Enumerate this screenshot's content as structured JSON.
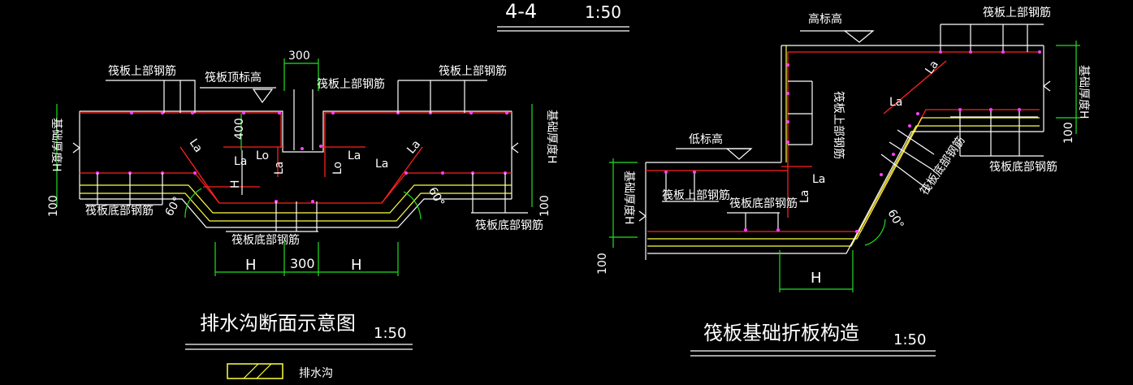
{
  "section_44": {
    "label": "4-4",
    "scale": "1:50"
  },
  "left": {
    "caption": "排水沟断面示意图",
    "scale": "1:50",
    "legend_label": "排水沟",
    "dim_300_top": "300",
    "dim_400": "400",
    "label_raft_top_elev": "筏板顶标高",
    "label_top_rebar_a": "筏板上部钢筋",
    "label_top_rebar_b": "筏板上部钢筋",
    "label_top_rebar_c": "筏板上部钢筋",
    "label_bot_rebar_a": "筏板底部钢筋",
    "label_bot_rebar_b": "筏板底部钢筋",
    "label_bot_rebar_c": "筏板底部钢筋",
    "label_base_h_left": "基础厚度H",
    "label_base_h_right": "基础厚度H",
    "dim_100_left": "100",
    "dim_100_right": "100",
    "dim_H": "H",
    "dim_H_left": "H",
    "dim_300_bottom": "300",
    "dim_H_right": "H",
    "angle_left": "60°",
    "angle_right": "60°",
    "la1": "La",
    "la2": "La",
    "la3": "Lo",
    "la4": "La",
    "la5": "Lo",
    "la6": "La",
    "la7": "La",
    "la8": "La"
  },
  "right": {
    "caption": "筏板基础折板构造",
    "scale": "1:50",
    "label_high_elev": "高标高",
    "label_low_elev": "低标高",
    "label_top_rebar_right": "筏板上部钢筋",
    "label_top_rebar_vertical": "筏板上部钢筋",
    "label_top_rebar_low": "筏板上部钢筋",
    "label_bot_rebar_low": "筏板底部钢筋",
    "label_bot_rebar_right": "筏板底部钢筋",
    "label_bot_rebar_diag": "筏板底部钢筋",
    "label_base_h_right": "基础厚度H",
    "label_base_h_left": "基础厚度H",
    "dim_100_right": "100",
    "dim_100_left": "100",
    "dim_H": "H",
    "angle": "60°",
    "la1": "La",
    "la2": "La",
    "la3": "La",
    "la4": "La"
  }
}
